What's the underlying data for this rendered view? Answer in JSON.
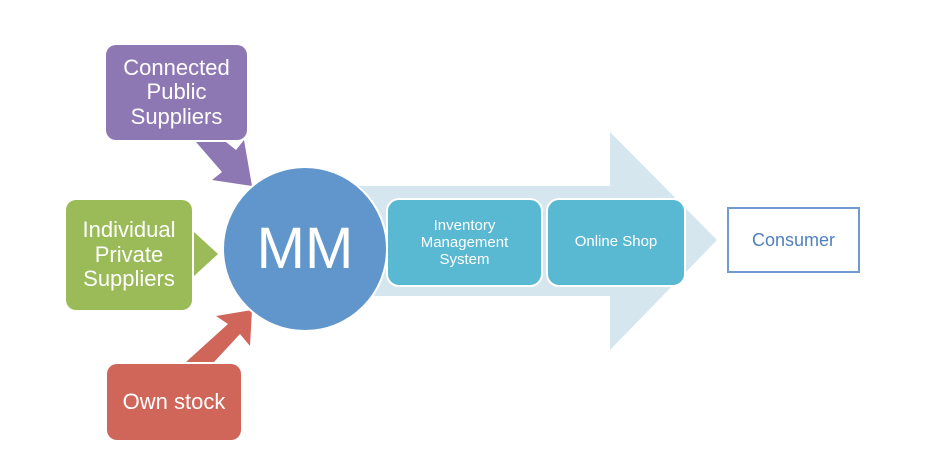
{
  "diagram": {
    "sources": {
      "top": "Connected Public Suppliers",
      "middle": "Individual Private Suppliers",
      "bottom": "Own stock"
    },
    "hub": "MM",
    "process_steps": [
      "Inventory Management System",
      "Online Shop"
    ],
    "destination": "Consumer",
    "colors": {
      "connected_public": "#8e78b4",
      "individual_private": "#9bbb59",
      "own_stock": "#d06559",
      "hub": "#6096cb",
      "process": "#59b8d2",
      "flow_arrow": "#d5e6ee",
      "consumer_border": "#6f9bd1"
    }
  }
}
